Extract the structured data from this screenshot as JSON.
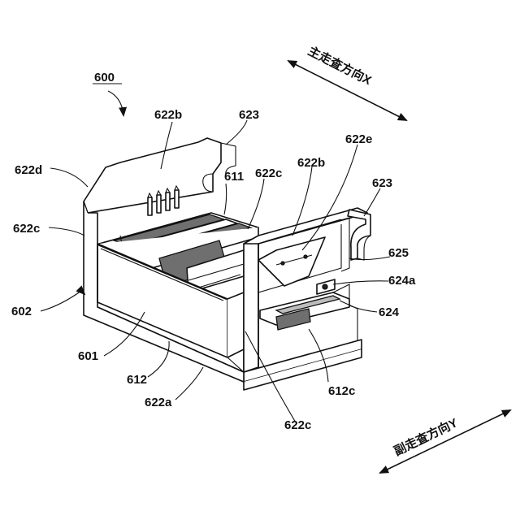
{
  "figure": {
    "ref_main": "600",
    "labels": {
      "l622b_left": "622b",
      "l623_top": "623",
      "l622d": "622d",
      "l611": "611",
      "l622c_mid": "622c",
      "l622b_right": "622b",
      "l622e": "622e",
      "l623_right": "623",
      "l622c_left": "622c",
      "l625": "625",
      "l624a": "624a",
      "l602": "602",
      "l624": "624",
      "l601": "601",
      "l612": "612",
      "l612c": "612c",
      "l622a": "622a",
      "l622c_bottom": "622c"
    },
    "direction_x": "主走査方向X",
    "direction_y": "副走査方向Y"
  }
}
